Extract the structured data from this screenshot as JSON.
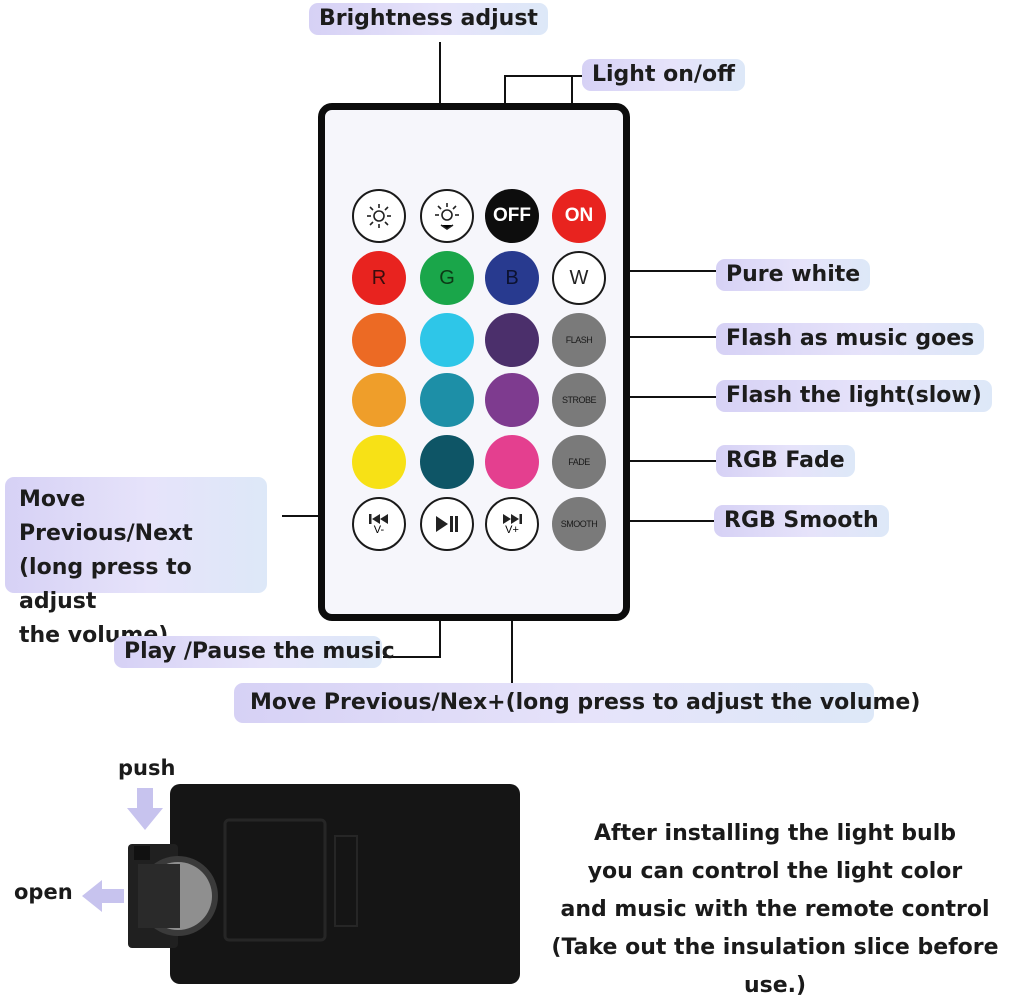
{
  "callouts": {
    "brightness": "Brightness adjust",
    "light_on_off": "Light on/off",
    "pure_white": "Pure white",
    "flash_music": "Flash as music goes",
    "flash_slow": "Flash the light(slow)",
    "rgb_fade": "RGB Fade",
    "rgb_smooth": "RGB Smooth",
    "move_prev_next": "Move Previous/Next\n(long press to adjust\nthe volume)",
    "play_pause": "Play /Pause the music",
    "move_prev_nex_plus": "Move Previous/Nex+(long press to adjust the volume)"
  },
  "buttons": {
    "off": "OFF",
    "on": "ON",
    "r": "R",
    "g": "G",
    "b": "B",
    "w": "W",
    "flash": "FLASH",
    "strobe": "STROBE",
    "fade": "FADE",
    "smooth": "SMOOTH",
    "v_minus": "V-",
    "v_plus": "V+"
  },
  "battery": {
    "push": "push",
    "open": "open"
  },
  "instructions": "After installing the light bulb\nyou can control the light color\nand music with the remote control\n(Take out the insulation slice before use.)",
  "colors": {
    "red": "#e8231f",
    "green": "#1aa64a",
    "blue": "#283a8f",
    "orange": "#ec6a24",
    "light_orange": "#ef9e2a",
    "yellow": "#f7e116",
    "cyan": "#2ec6e8",
    "teal": "#1d8fa7",
    "dark_teal": "#0e5566",
    "purple_dark": "#4b2f6b",
    "purple": "#7e3b8f",
    "pink": "#e43f8f",
    "gray": "#7a7a7a",
    "callout_bg": "#e0ddf8"
  }
}
